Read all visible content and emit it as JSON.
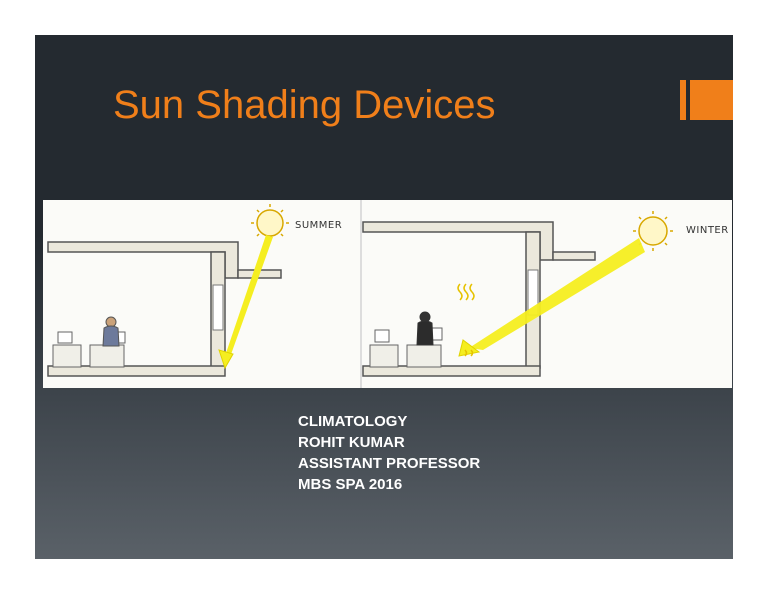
{
  "slide": {
    "title": "Sun Shading Devices",
    "accent_color": "#f07f1a"
  },
  "illustration": {
    "left_panel": {
      "label": "SUMMER",
      "sun_icon": "sun-icon"
    },
    "right_panel": {
      "label": "WINTER",
      "sun_icon": "sun-icon"
    }
  },
  "caption": {
    "line1": "CLIMATOLOGY",
    "line2": "ROHIT KUMAR",
    "line3": "ASSISTANT PROFESSOR",
    "line4": "MBS SPA 2016"
  }
}
